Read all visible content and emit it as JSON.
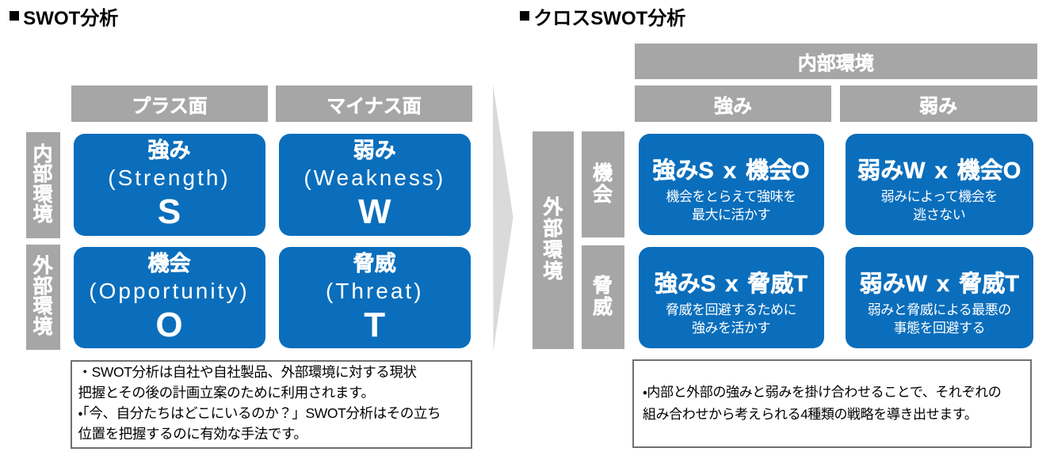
{
  "colors": {
    "blue": "#0a6ebc",
    "gray": "#a6a6a6",
    "arrow": "#dadada",
    "note_border": "#707070",
    "text": "#000000"
  },
  "left": {
    "title": "SWOT分析",
    "column_headers": {
      "plus": "プラス面",
      "minus": "マイナス面"
    },
    "row_headers": {
      "internal": "内部環境",
      "external": "外部環境"
    },
    "cells": {
      "strength": {
        "label": "強み",
        "en": "(Strength)",
        "letter": "S"
      },
      "weakness": {
        "label": "弱み",
        "en": "(Weakness)",
        "letter": "W"
      },
      "opportunity": {
        "label": "機会",
        "en": "(Opportunity)",
        "letter": "O"
      },
      "threat": {
        "label": "脅威",
        "en": "(Threat)",
        "letter": "T"
      }
    },
    "note": "・SWOT分析は自社や自社製品、外部環境に対する現状\n把握とその後の計画立案のために利用されます。\n・「今、自分たちはどこにいるのか？」SWOT分析はその立ち\n位置を把握するのに有効な手法です。"
  },
  "right": {
    "title": "クロスSWOT分析",
    "top_header": "内部環境",
    "column_headers": {
      "strength": "強み",
      "weakness": "弱み"
    },
    "row_group": "外部環境",
    "row_headers": {
      "opportunity": "機会",
      "threat": "脅威"
    },
    "cells": {
      "so": {
        "title": "強みS x 機会O",
        "desc": "機会をとらえて強味を\n最大に活かす"
      },
      "wo": {
        "title": "弱みW x 機会O",
        "desc": "弱みによって機会を\n逃さない"
      },
      "st": {
        "title": "強みS x 脅威T",
        "desc": "脅威を回避するために\n強みを活かす"
      },
      "wt": {
        "title": "弱みW x 脅威T",
        "desc": "弱みと脅威による最悪の\n事態を回避する"
      }
    },
    "note": "・内部と外部の強みと弱みを掛け合わせることで、それぞれの\n組み合わせから考えられる4種類の戦略を導き出せます。"
  }
}
